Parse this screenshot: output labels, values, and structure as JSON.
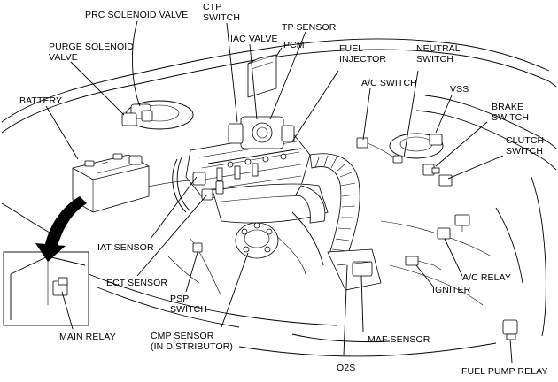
{
  "diagram": {
    "labels": {
      "prc_solenoid_valve": "PRC SOLENOID VALVE",
      "ctp_switch_1": "CTP",
      "ctp_switch_2": "SWITCH",
      "tp_sensor": "TP SENSOR",
      "purge_solenoid_1": "PURGE SOLENOID",
      "purge_solenoid_2": "VALVE",
      "iac_valve": "IAC VALVE",
      "pcm": "PCM",
      "fuel_injector_1": "FUEL",
      "fuel_injector_2": "INJECTOR",
      "neutral_switch_1": "NEUTRAL",
      "neutral_switch_2": "SWITCH",
      "battery": "BATTERY",
      "ac_switch": "A/C SWITCH",
      "vss": "VSS",
      "brake_switch_1": "BRAKE",
      "brake_switch_2": "SWITCH",
      "clutch_switch_1": "CLUTCH",
      "clutch_switch_2": "SWITCH",
      "iat_sensor": "IAT SENSOR",
      "ect_sensor": "ECT SENSOR",
      "psp_switch_1": "PSP",
      "psp_switch_2": "SWITCH",
      "main_relay": "MAIN RELAY",
      "cmp_sensor_1": "CMP SENSOR",
      "cmp_sensor_2": "(IN DISTRIBUTOR)",
      "ac_relay": "A/C RELAY",
      "igniter": "IGNITER",
      "maf_sensor": "MAF SENSOR",
      "o2s": "O2S",
      "fuel_pump_relay": "FUEL PUMP RELAY"
    }
  }
}
